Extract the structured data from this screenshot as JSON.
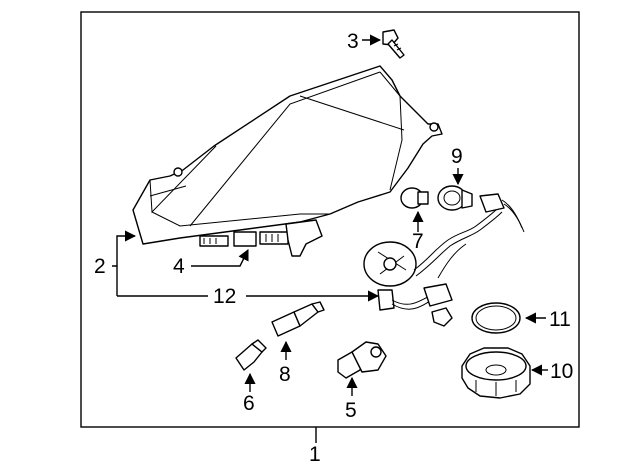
{
  "callouts": {
    "c1": "1",
    "c2": "2",
    "c3": "3",
    "c4": "4",
    "c5": "5",
    "c6": "6",
    "c7": "7",
    "c8": "8",
    "c9": "9",
    "c10": "10",
    "c11": "11",
    "c12": "12"
  },
  "parts": [
    "headlamp-assembly",
    "headlamp-housing",
    "mounting-bolt",
    "adjuster",
    "low-beam-bulb",
    "side-marker-bulb",
    "turn-signal-bulb",
    "position-bulb",
    "bulb-socket",
    "dust-cap",
    "seal-ring",
    "wiring-harness"
  ]
}
